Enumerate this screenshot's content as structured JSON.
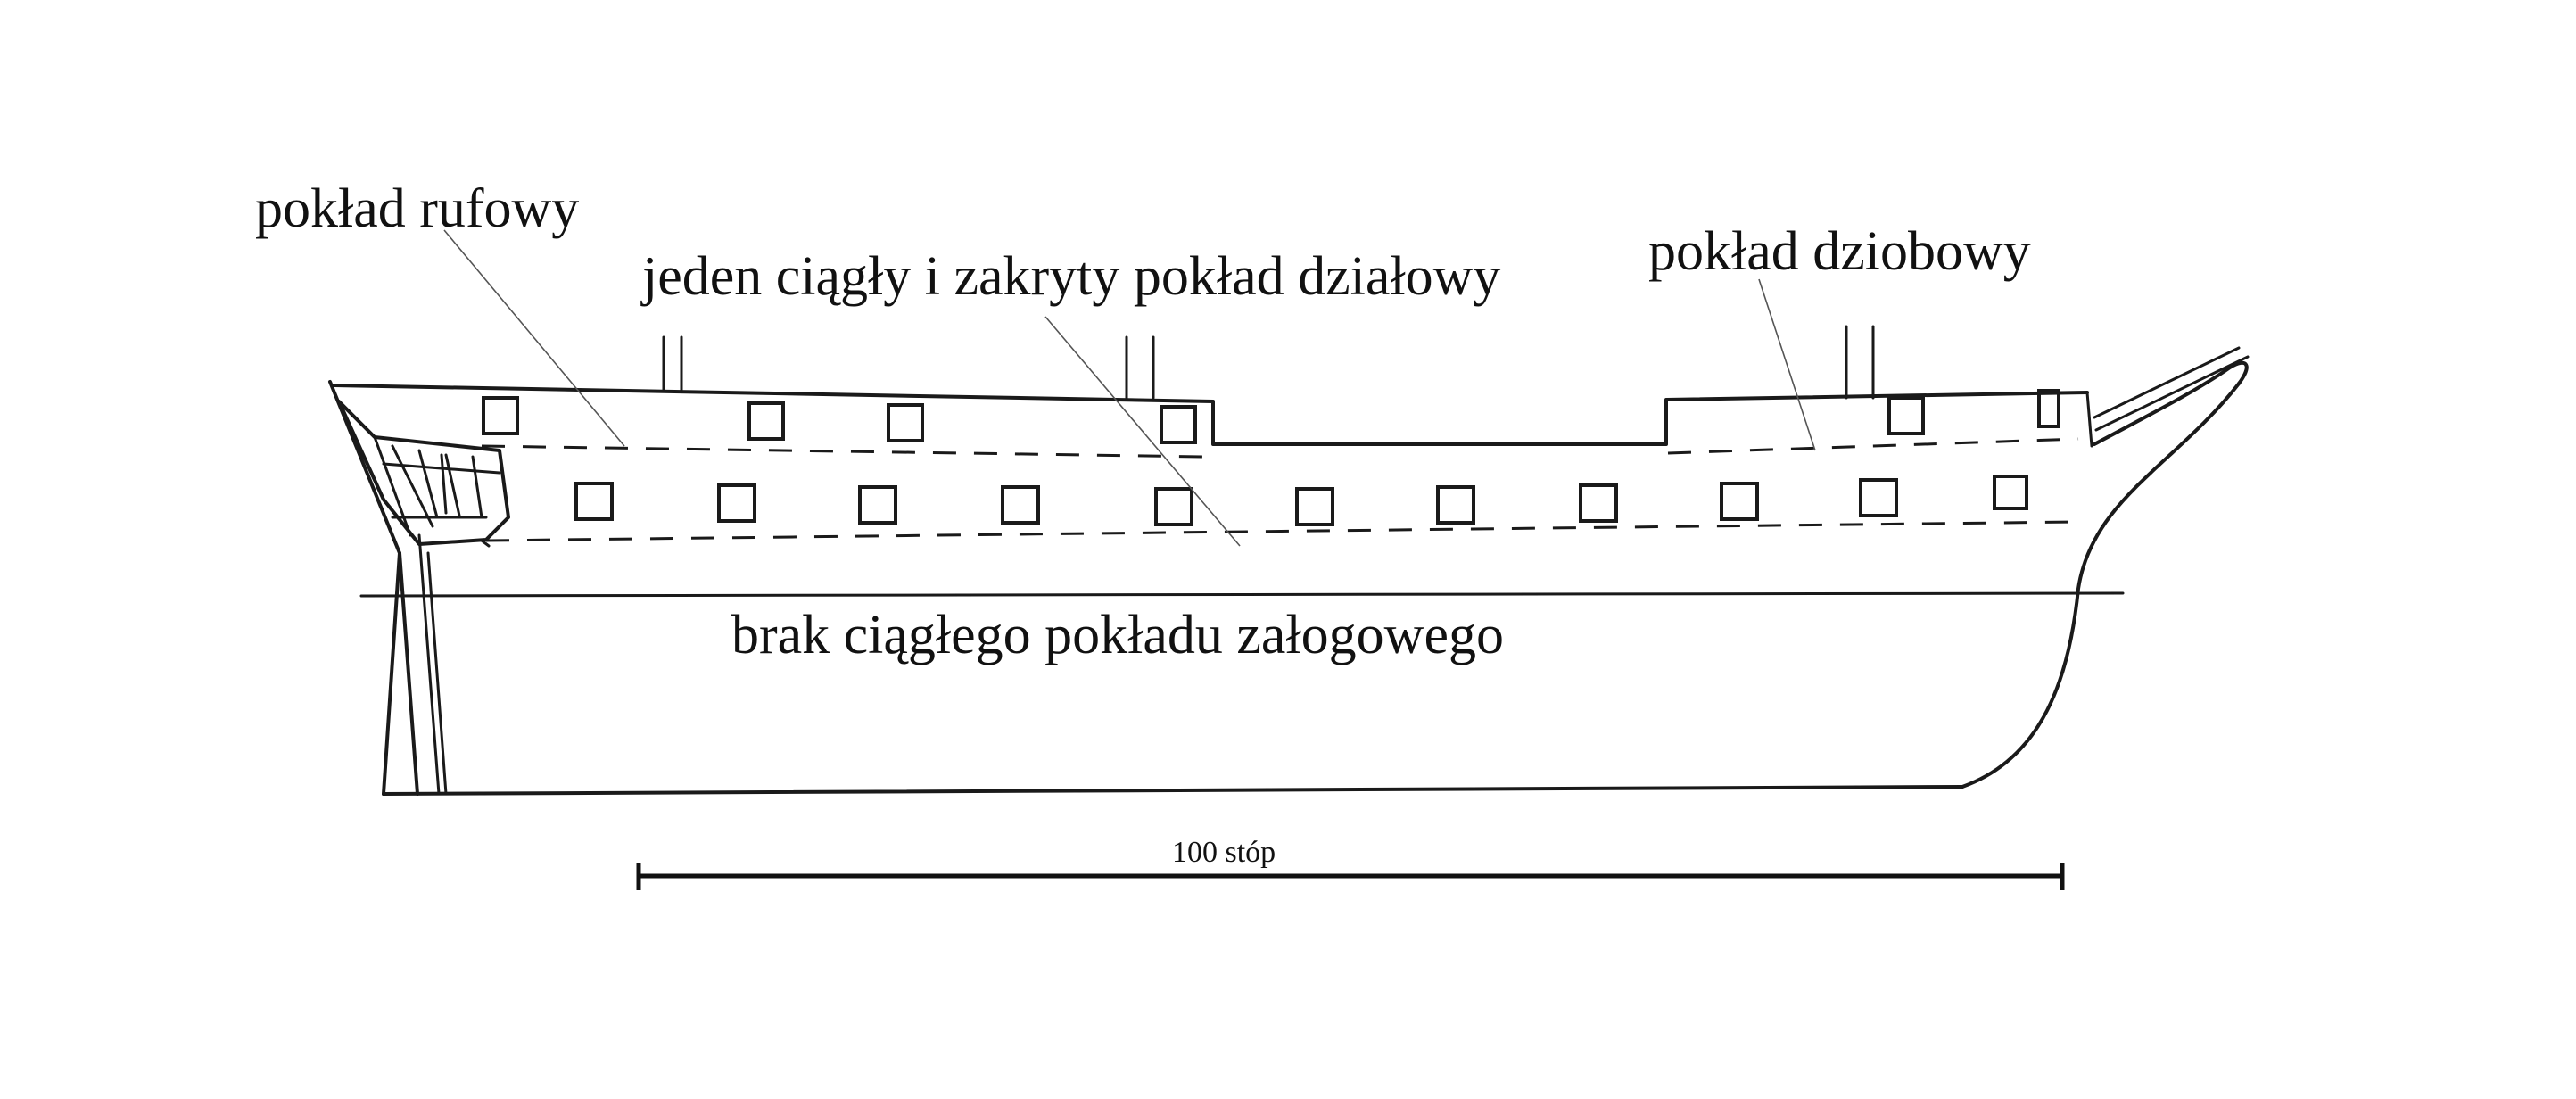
{
  "labels": {
    "quarterdeck": "pokład rufowy",
    "gun_deck": "jeden ciągły i zakryty pokład działowy",
    "forecastle": "pokład dziobowy",
    "crew_deck": "brak ciągłego pokładu załogowego"
  },
  "scale_bar": {
    "label": "100 stóp"
  },
  "colors": {
    "line": "#1a1a1a",
    "background": "#ffffff"
  }
}
